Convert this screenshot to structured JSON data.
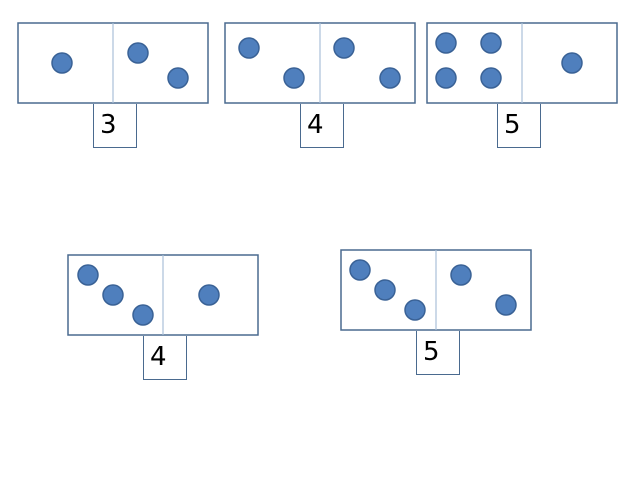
{
  "colors": {
    "dot": "#4f7fbd",
    "dot_stroke": "#3a6296",
    "tile_border": "#4a6a8f",
    "divider": "#a9bfd8"
  },
  "dominoes": [
    {
      "name": "domino-3",
      "left_dots": 1,
      "right_dots": 2,
      "label": "3"
    },
    {
      "name": "domino-4",
      "left_dots": 2,
      "right_dots": 2,
      "label": "4"
    },
    {
      "name": "domino-5-top",
      "left_dots": 4,
      "right_dots": 1,
      "label": "5"
    },
    {
      "name": "domino-4-bottom",
      "left_dots": 3,
      "right_dots": 1,
      "label": "4"
    },
    {
      "name": "domino-5-bottom",
      "left_dots": 3,
      "right_dots": 2,
      "label": "5"
    }
  ]
}
